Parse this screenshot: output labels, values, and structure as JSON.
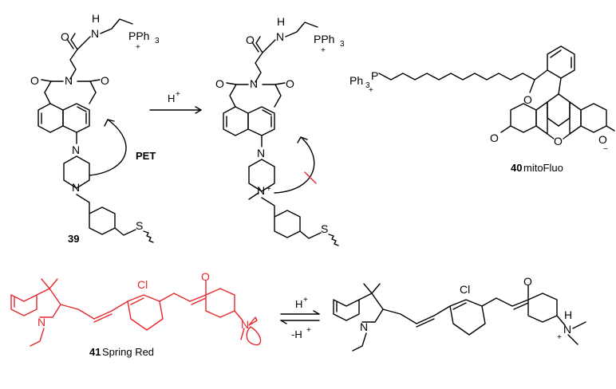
{
  "labels": {
    "atom_H": "H",
    "atom_N": "N",
    "atom_O": "O",
    "atom_P": "P",
    "atom_S": "S",
    "atom_Cl": "Cl",
    "ph3_left": "Ph",
    "ph3_sub": "3",
    "pph3": "PPh",
    "charge_plus": "+",
    "charge_minus": "−",
    "pet": "PET"
  },
  "arrows": {
    "top_reagent": "H",
    "top_reagent_sup": "+",
    "eq_forward": "H",
    "eq_forward_sup": "+",
    "eq_reverse": "-H",
    "eq_reverse_sup": "+"
  },
  "captions": {
    "c39": "39",
    "c40_num": "40",
    "c40_name": " mitoFluo",
    "c41_num": "41",
    "c41_name": " Spring Red"
  },
  "colors": {
    "highlight": "#e8262a",
    "ink": "#000000"
  }
}
